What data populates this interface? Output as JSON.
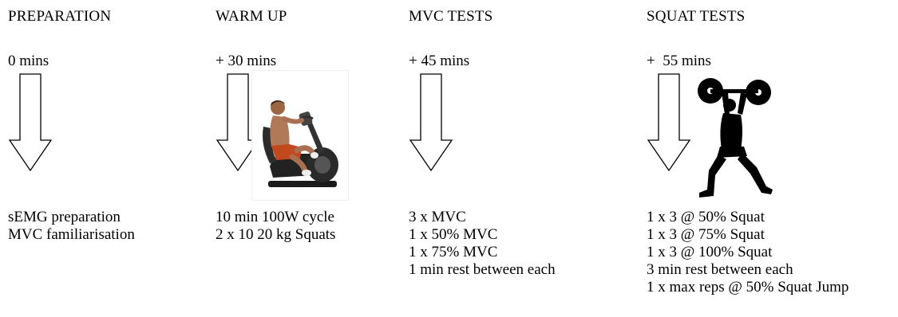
{
  "phases": [
    {
      "title": "PREPARATION",
      "time": "0 mins",
      "items": [
        "sEMG preparation",
        "MVC familiarisation"
      ]
    },
    {
      "title": "WARM UP",
      "time": "+ 30 mins",
      "items": [
        "10 min 100W cycle",
        "2 x 10 20 kg Squats"
      ]
    },
    {
      "title": "MVC TESTS",
      "time": "+ 45 mins",
      "items": [
        "3 x MVC",
        "1 x 50% MVC",
        "1 x 75% MVC",
        "1 min rest between each"
      ]
    },
    {
      "title": "SQUAT TESTS",
      "time": "+  55 mins",
      "items": [
        "1 x 3 @ 50% Squat",
        "1 x 3 @ 75% Squat",
        "1 x 3 @ 100% Squat",
        "3 min rest between each",
        "1 x max reps @ 50% Squat Jump"
      ]
    }
  ],
  "colors": {
    "text": "#000000",
    "arrow_stroke": "#000000"
  },
  "icons": [
    "down-arrow-icon",
    "recumbent-bike-image",
    "weightlifter-silhouette-image"
  ]
}
